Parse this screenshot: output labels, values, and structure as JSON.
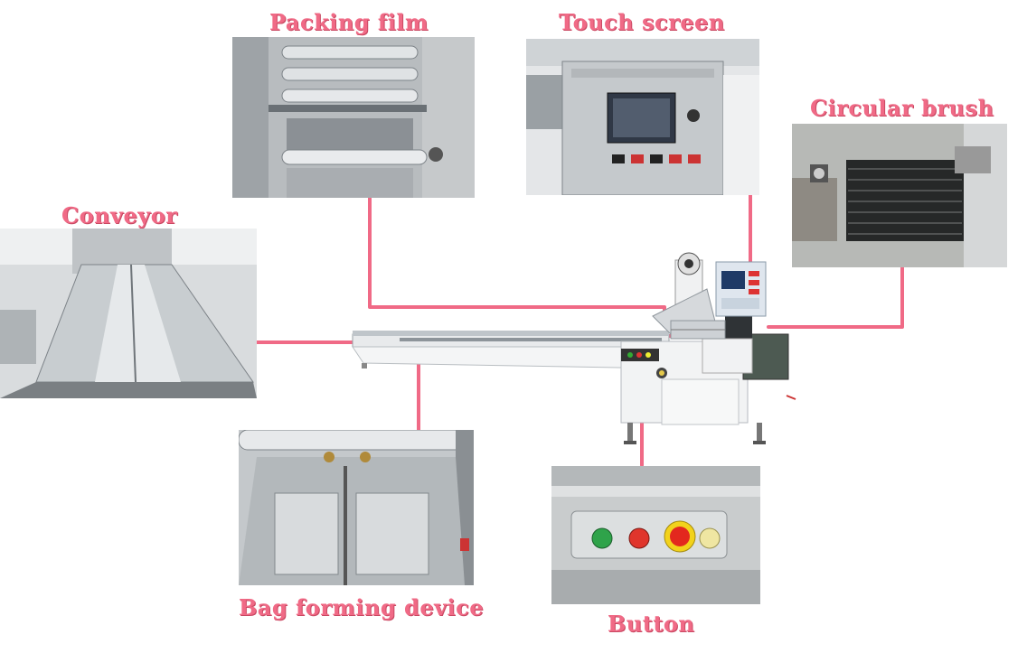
{
  "labels": {
    "packing_film": "Packing film",
    "touch_screen": "Touch screen",
    "circular_brush": "Circular brush",
    "conveyor": "Conveyor",
    "bag_forming_device": "Bag forming device",
    "button": "Button"
  },
  "colors": {
    "accent": "#f06a86",
    "steel": "#c9ced2",
    "machine_white": "#f2f3f4"
  },
  "icons": {
    "emergency_stop": "emergency-stop-icon",
    "start_button": "green-button-icon",
    "stop_button": "red-button-icon",
    "reset_button": "yellow-button-icon"
  }
}
